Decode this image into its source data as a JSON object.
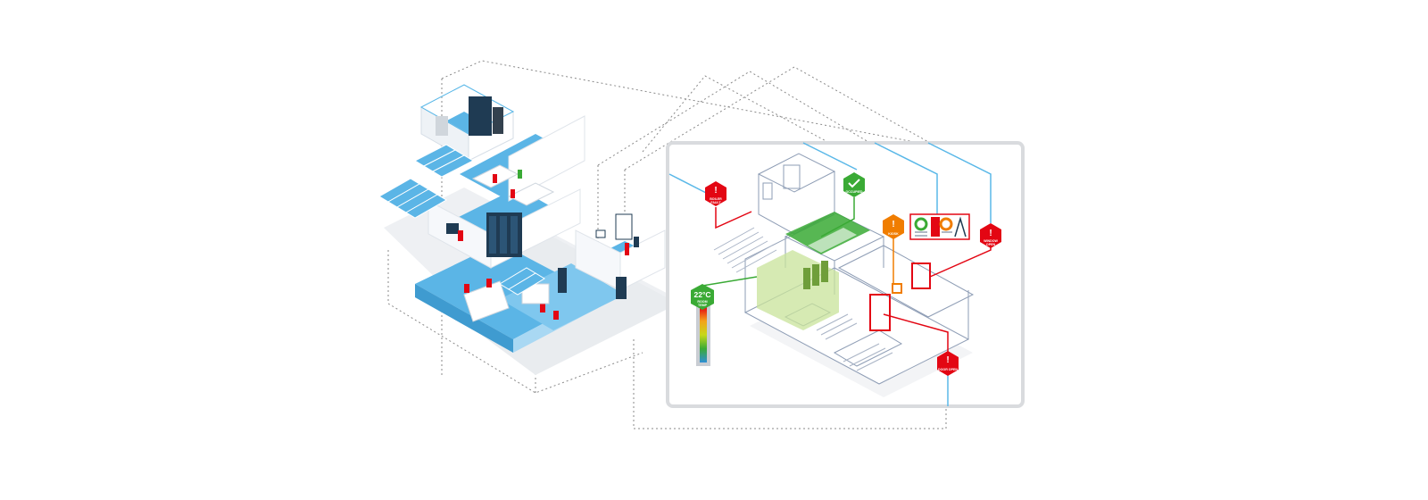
{
  "colors": {
    "floor_blue": "#5bb5e6",
    "floor_blue_light": "#a9d8f3",
    "wall_light": "#eef2f6",
    "outline": "#8e9db5",
    "dotted": "#8a8a8a",
    "panel_border": "#d9dbde",
    "connector": "#5ab8e8",
    "alert_red": "#e30613",
    "ok_green": "#3aaa35",
    "warn_orange": "#f07d00",
    "zone_green": "#c8e39a"
  },
  "badges": [
    {
      "id": "boiler",
      "type": "alert",
      "icon": "exclamation-icon",
      "label_lines": [
        "BOILER",
        "FAULT"
      ]
    },
    {
      "id": "occupied",
      "type": "ok",
      "icon": "check-icon",
      "label_lines": [
        "OCCUPIED"
      ]
    },
    {
      "id": "kiosk",
      "type": "warning",
      "icon": "exclamation-icon",
      "label_lines": [
        "KIOSK"
      ]
    },
    {
      "id": "window",
      "type": "alert",
      "icon": "exclamation-icon",
      "label_lines": [
        "WINDOW",
        "OPEN"
      ]
    },
    {
      "id": "room-temp",
      "type": "ok",
      "value": "22°C",
      "label_lines": [
        "ROOM",
        "TEMP"
      ]
    },
    {
      "id": "door",
      "type": "alert",
      "icon": "exclamation-icon",
      "label_lines": [
        "DOOR OPEN"
      ]
    }
  ]
}
